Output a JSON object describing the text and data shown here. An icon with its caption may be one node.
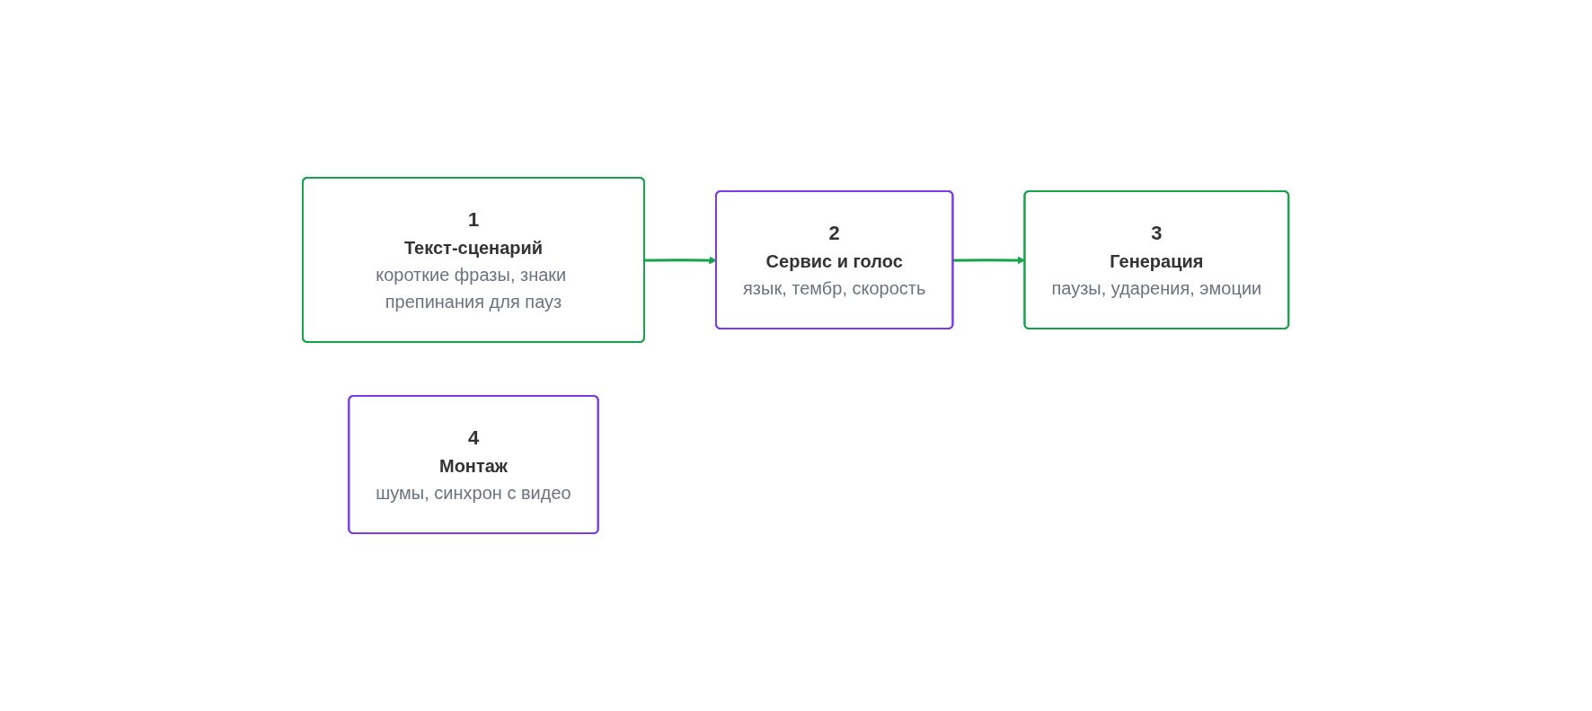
{
  "diagram": {
    "nodes": [
      {
        "text": [
          "1",
          "Текст-сценарий",
          "короткие фразы, знаки препинания для пауз"
        ]
      },
      {
        "text": [
          "2",
          "Сервис и голос",
          "язык, тембр, скорость"
        ]
      },
      {
        "text": [
          "3",
          "Генерация",
          "паузы, ударения, эмоции"
        ]
      },
      {
        "text": [
          "4",
          "Монтаж",
          "шумы, синхрон с видео"
        ]
      }
    ],
    "edges": [
      {
        "from": 0,
        "to": 1,
        "arrow": "to"
      },
      {
        "from": 1,
        "to": 2,
        "arrow": "to"
      }
    ]
  }
}
